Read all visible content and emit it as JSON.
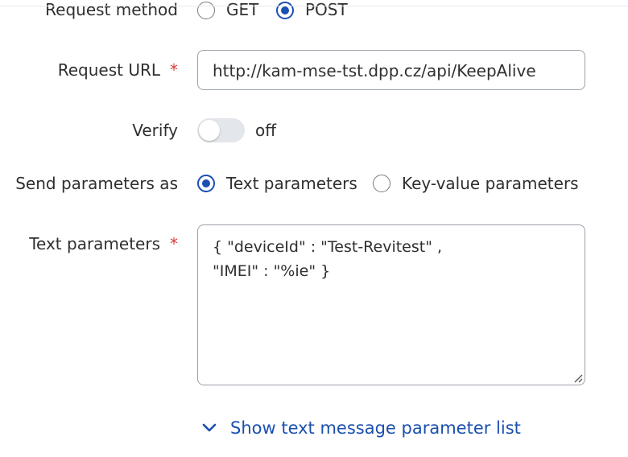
{
  "form": {
    "request_method": {
      "label": "Request method",
      "options": [
        {
          "label": "GET",
          "selected": false
        },
        {
          "label": "POST",
          "selected": true
        }
      ]
    },
    "request_url": {
      "label": "Request URL",
      "required_mark": "*",
      "value": "http://kam-mse-tst.dpp.cz/api/KeepAlive"
    },
    "verify": {
      "label": "Verify",
      "state_text": "off",
      "on": false
    },
    "send_parameters_as": {
      "label": "Send parameters as",
      "options": [
        {
          "label": "Text parameters",
          "selected": true
        },
        {
          "label": "Key-value parameters",
          "selected": false
        }
      ]
    },
    "text_parameters": {
      "label": "Text parameters",
      "required_mark": "*",
      "line1": "{ \"deviceId\" : \"Test-Revitest\" ,",
      "line2": "\"IMEI\" : \"%ie\" }"
    },
    "show_parameter_list": {
      "label": "Show text message parameter list",
      "icon": "chevron-down-icon"
    }
  },
  "colors": {
    "accent": "#1b4fb4",
    "link": "#1a4fae",
    "required": "#d93b3b",
    "toggle_off": "#e3e6ea"
  }
}
